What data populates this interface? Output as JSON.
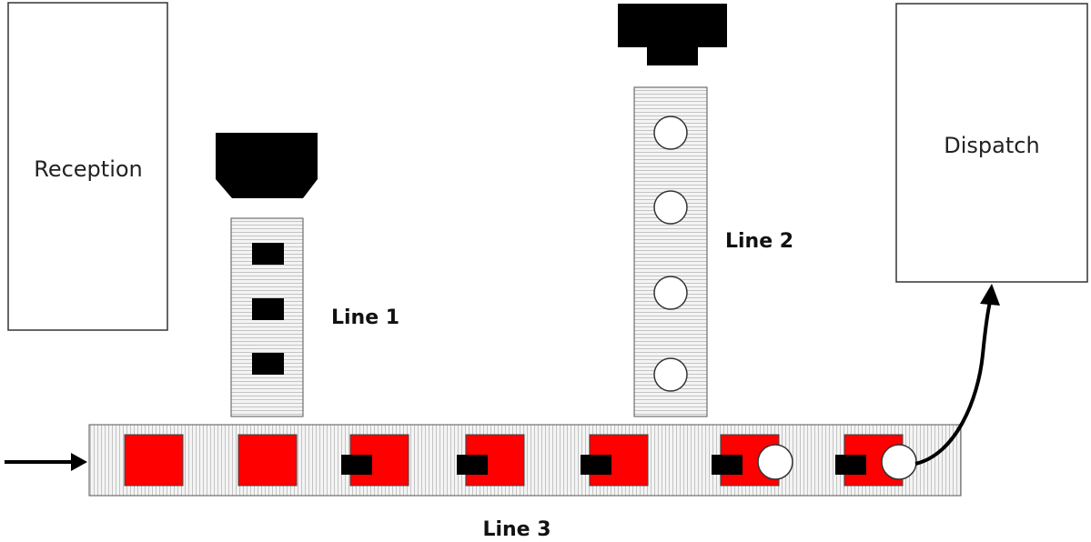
{
  "areas": {
    "reception": "Reception",
    "dispatch": "Dispatch"
  },
  "lines": {
    "line1": "Line 1",
    "line2": "Line 2",
    "line3": "Line 3"
  },
  "colors": {
    "product_red": "#ff0000",
    "part_black": "#000000",
    "conveyor_fill": "#f2f2f2",
    "stripe": "#c8c8c8",
    "outline": "#555555"
  },
  "line1_parts": {
    "count": 3,
    "shape": "black-rectangle"
  },
  "line2_parts": {
    "count": 4,
    "shape": "white-circle"
  },
  "line3_items": [
    {
      "base": "red-square",
      "black_part": false,
      "white_circle": false
    },
    {
      "base": "red-square",
      "black_part": false,
      "white_circle": false
    },
    {
      "base": "red-square",
      "black_part": true,
      "white_circle": false
    },
    {
      "base": "red-square",
      "black_part": true,
      "white_circle": false
    },
    {
      "base": "red-square",
      "black_part": true,
      "white_circle": false
    },
    {
      "base": "red-square",
      "black_part": true,
      "white_circle": true
    },
    {
      "base": "red-square",
      "black_part": true,
      "white_circle": true
    }
  ]
}
